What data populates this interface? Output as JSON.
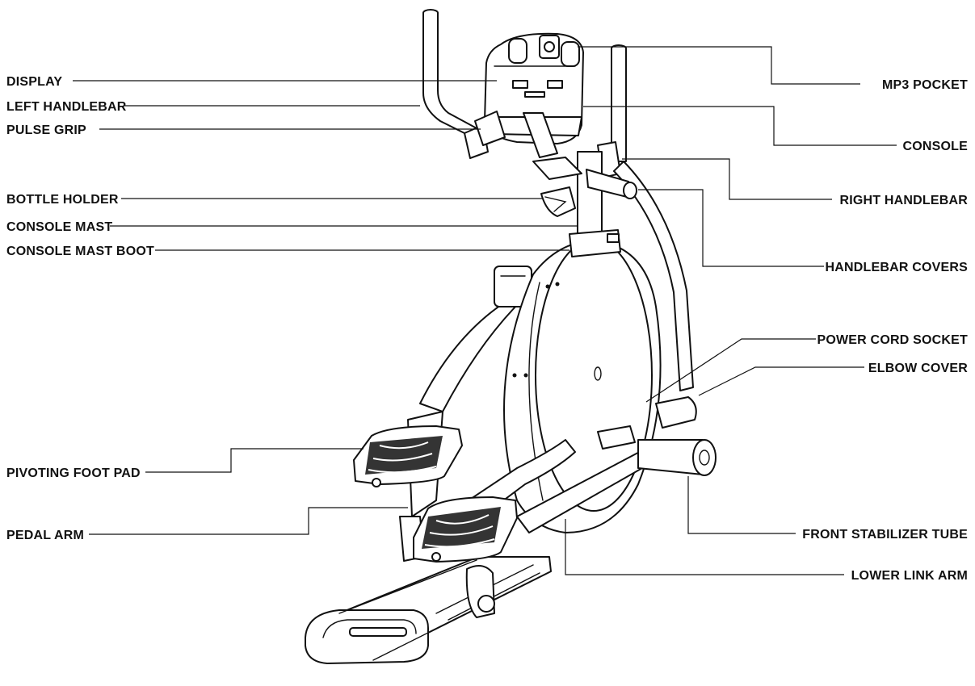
{
  "colors": {
    "ink": "#111111",
    "background": "#ffffff"
  },
  "labels": {
    "display": "DISPLAY",
    "left_handlebar": "LEFT HANDLEBAR",
    "pulse_grip": "PULSE GRIP",
    "bottle_holder": "BOTTLE HOLDER",
    "console_mast": "CONSOLE MAST",
    "console_mast_boot": "CONSOLE MAST BOOT",
    "pivoting_foot_pad": "PIVOTING FOOT PAD",
    "pedal_arm": "PEDAL ARM",
    "mp3_pocket": "MP3 POCKET",
    "console": "CONSOLE",
    "right_handlebar": "RIGHT HANDLEBAR",
    "handlebar_covers": "HANDLEBAR COVERS",
    "power_cord_socket": "POWER CORD SOCKET",
    "elbow_cover": "ELBOW COVER",
    "front_stabilizer_tube": "FRONT STABILIZER TUBE",
    "lower_link_arm": "LOWER LINK ARM"
  }
}
